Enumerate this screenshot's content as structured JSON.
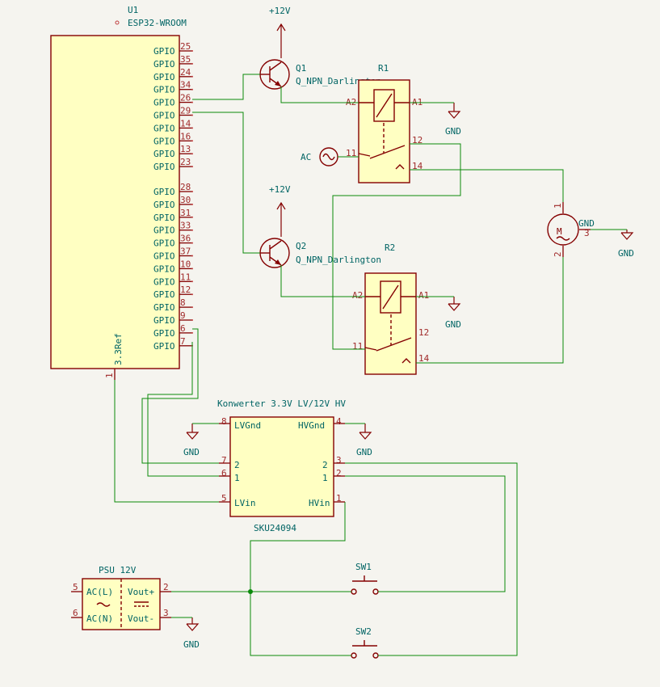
{
  "u1": {
    "ref": "U1",
    "value": "ESP32-WROOM",
    "gpio_label": "GPIO",
    "pins_top": [
      "25",
      "35",
      "24",
      "34",
      "26",
      "29",
      "14",
      "16",
      "13",
      "23"
    ],
    "pins_bottom": [
      "28",
      "30",
      "31",
      "33",
      "36",
      "37",
      "10",
      "11",
      "12",
      "8",
      "9",
      "6",
      "7"
    ],
    "ref_pin_name": "3.3Ref",
    "ref_pin_num": "1"
  },
  "q1": {
    "ref": "Q1",
    "value": "Q_NPN_Darlington"
  },
  "q2": {
    "ref": "Q2",
    "value": "Q_NPN_Darlington"
  },
  "r1": {
    "ref": "R1",
    "a2": "A2",
    "a1": "A1",
    "p11": "11",
    "p12": "12",
    "p14": "14"
  },
  "r2": {
    "ref": "R2",
    "a2": "A2",
    "a1": "A1",
    "p11": "11",
    "p12": "12",
    "p14": "14"
  },
  "power": {
    "v12": "+12V",
    "gnd": "GND"
  },
  "ac_label": "AC",
  "motor": {
    "p1": "1",
    "p2": "2",
    "p3": "3",
    "gnd": "GND"
  },
  "converter": {
    "title": "Konwerter 3.3V LV/12V HV",
    "value": "SKU24094",
    "lvgnd": "LVGnd",
    "hvgnd": "HVGnd",
    "lvin": "LVin",
    "hvin": "HVin",
    "l2": "2",
    "l1": "1",
    "h2": "2",
    "h1": "1",
    "pin8": "8",
    "pin7": "7",
    "pin6": "6",
    "pin5": "5",
    "pin4": "4",
    "pin3": "3",
    "pin2": "2",
    "pin1": "1"
  },
  "psu": {
    "title": "PSU 12V",
    "acl": "AC(L)",
    "acn": "AC(N)",
    "voutp": "Vout+",
    "voutn": "Vout-",
    "pin5": "5",
    "pin6": "6",
    "pin2": "2",
    "pin3": "3"
  },
  "sw1": {
    "ref": "SW1"
  },
  "sw2": {
    "ref": "SW2"
  }
}
